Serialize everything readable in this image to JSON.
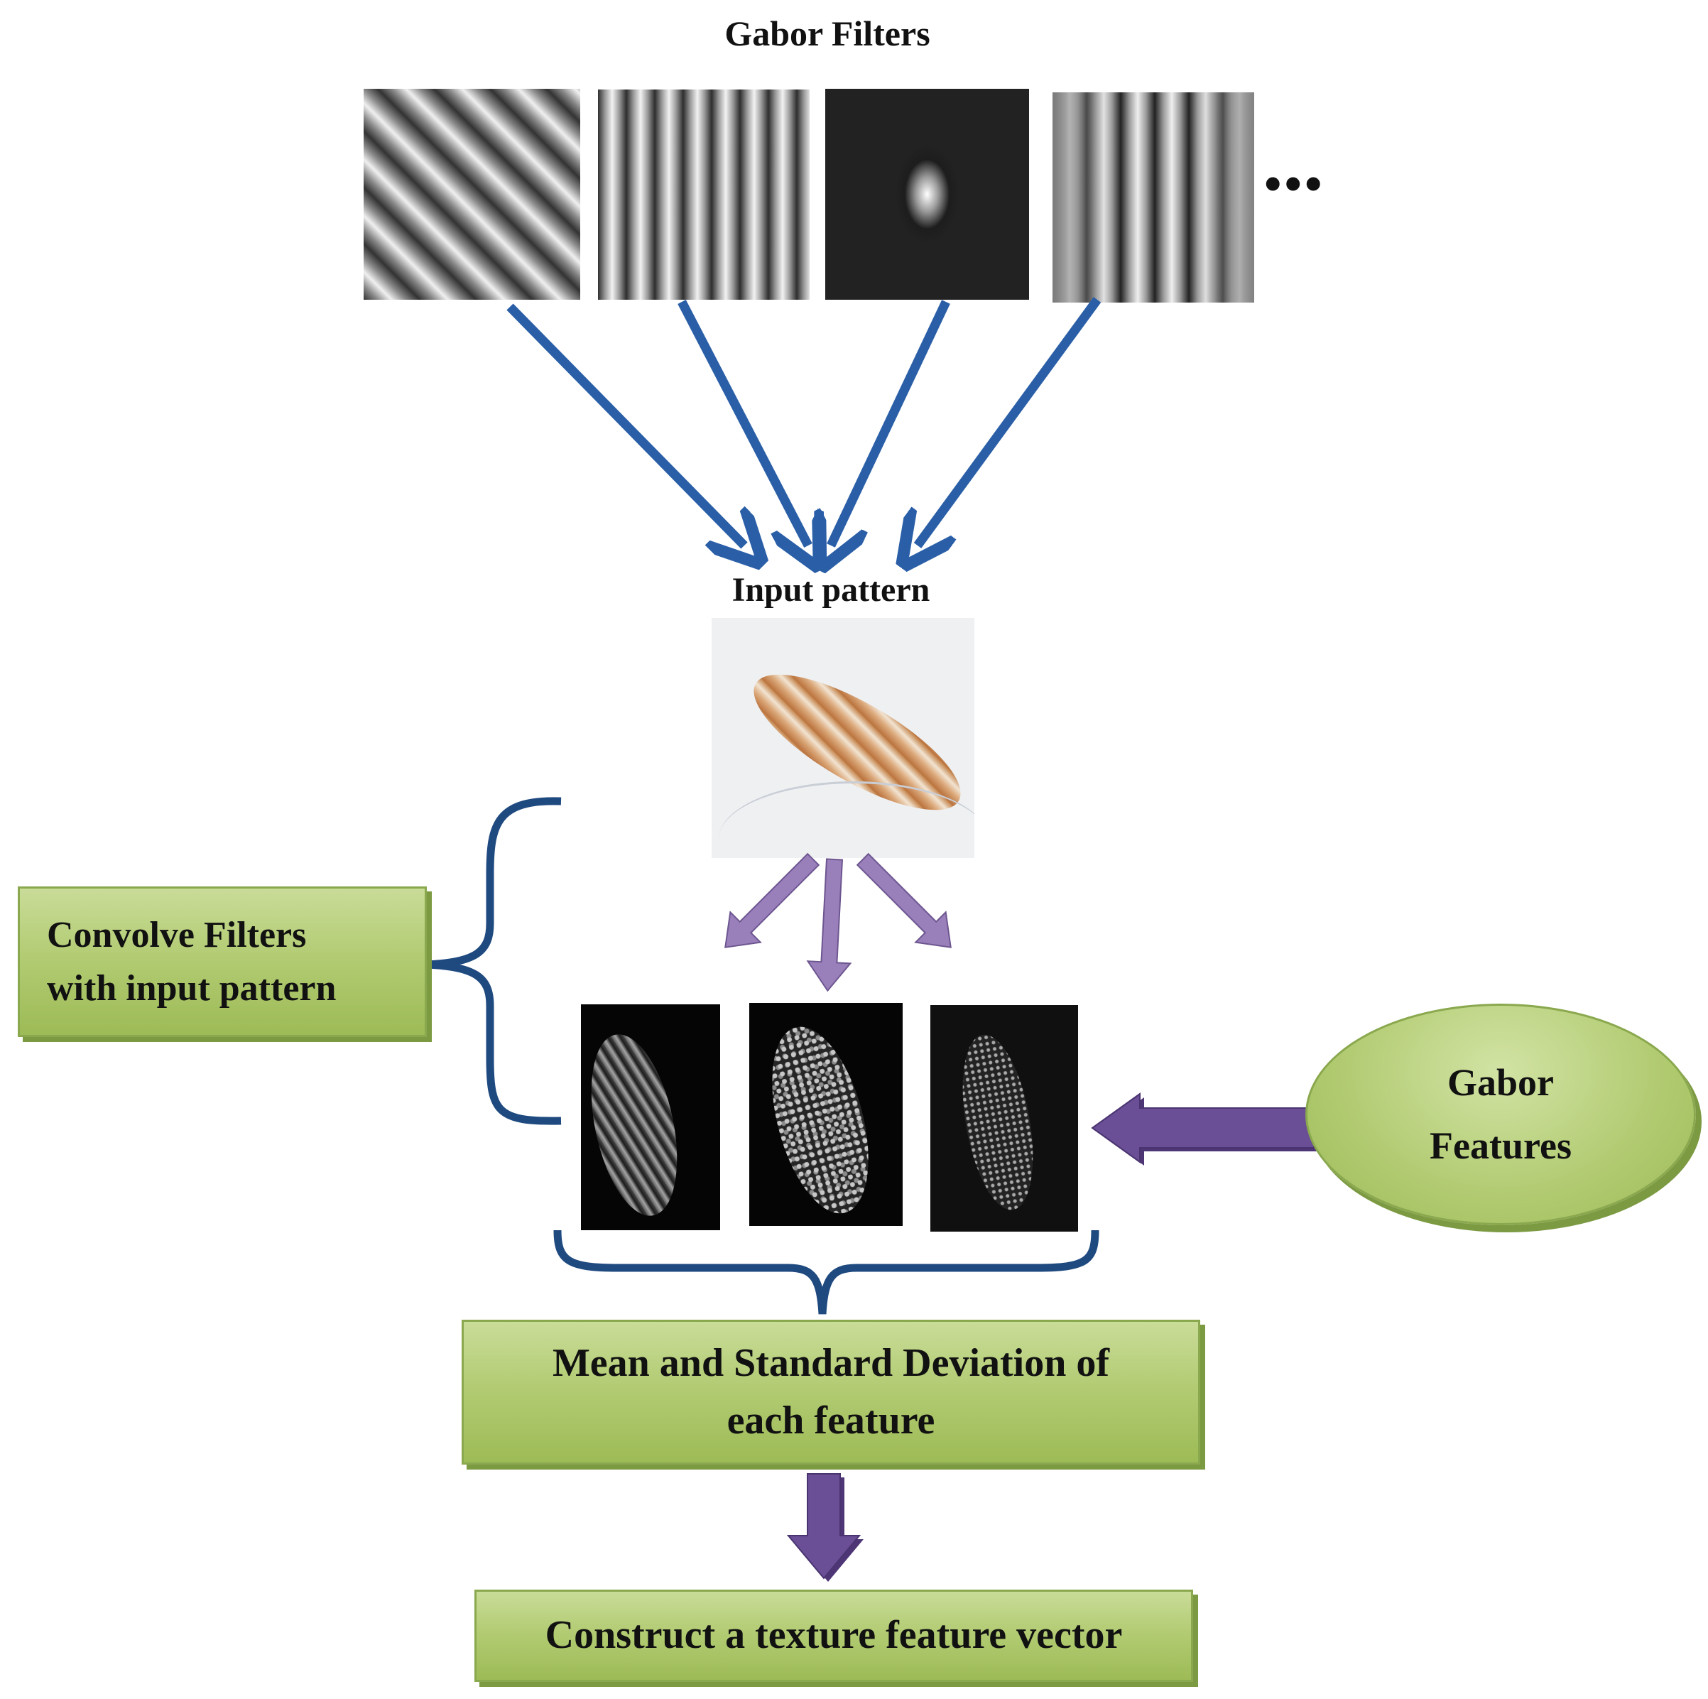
{
  "title": "Gabor Filters",
  "ellipsis": "•••",
  "input_label": "Input pattern",
  "convolve_box": {
    "line1": "Convolve Filters",
    "line2": "with input pattern"
  },
  "gabor_features": {
    "line1": "Gabor",
    "line2": "Features"
  },
  "mean_box": {
    "line1": "Mean and Standard Deviation of",
    "line2": "each feature"
  },
  "construct_box": "Construct a texture feature vector",
  "colors": {
    "blue_arrow": "#2a5fa8",
    "purple_arrow": "#9a80bb",
    "dark_purple": "#5e4688",
    "brace": "#1f4a80",
    "green": "#9dbb56"
  }
}
